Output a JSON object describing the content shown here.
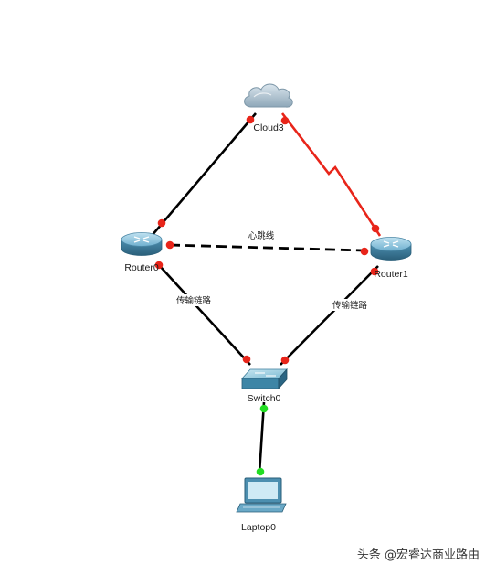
{
  "devices": {
    "cloud": {
      "label": "Cloud3",
      "icon": "cloud-icon"
    },
    "router0": {
      "label": "Router0",
      "icon": "router-icon"
    },
    "router1": {
      "label": "Router1",
      "icon": "router-icon"
    },
    "switch0": {
      "label": "Switch0",
      "icon": "switch-icon"
    },
    "laptop0": {
      "label": "Laptop0",
      "icon": "laptop-icon"
    }
  },
  "links": {
    "heartbeat": {
      "label": "心跳线",
      "style": "dashed"
    },
    "transfer_left": {
      "label": "传输链路"
    },
    "transfer_right": {
      "label": "传输链路"
    },
    "cloud_router1": {
      "style": "serial"
    }
  },
  "colors": {
    "link": "#000000",
    "serial": "#e8251a",
    "port_down": "#e8251a",
    "port_up": "#22dd22"
  },
  "watermark": "头条 @宏睿达商业路由"
}
